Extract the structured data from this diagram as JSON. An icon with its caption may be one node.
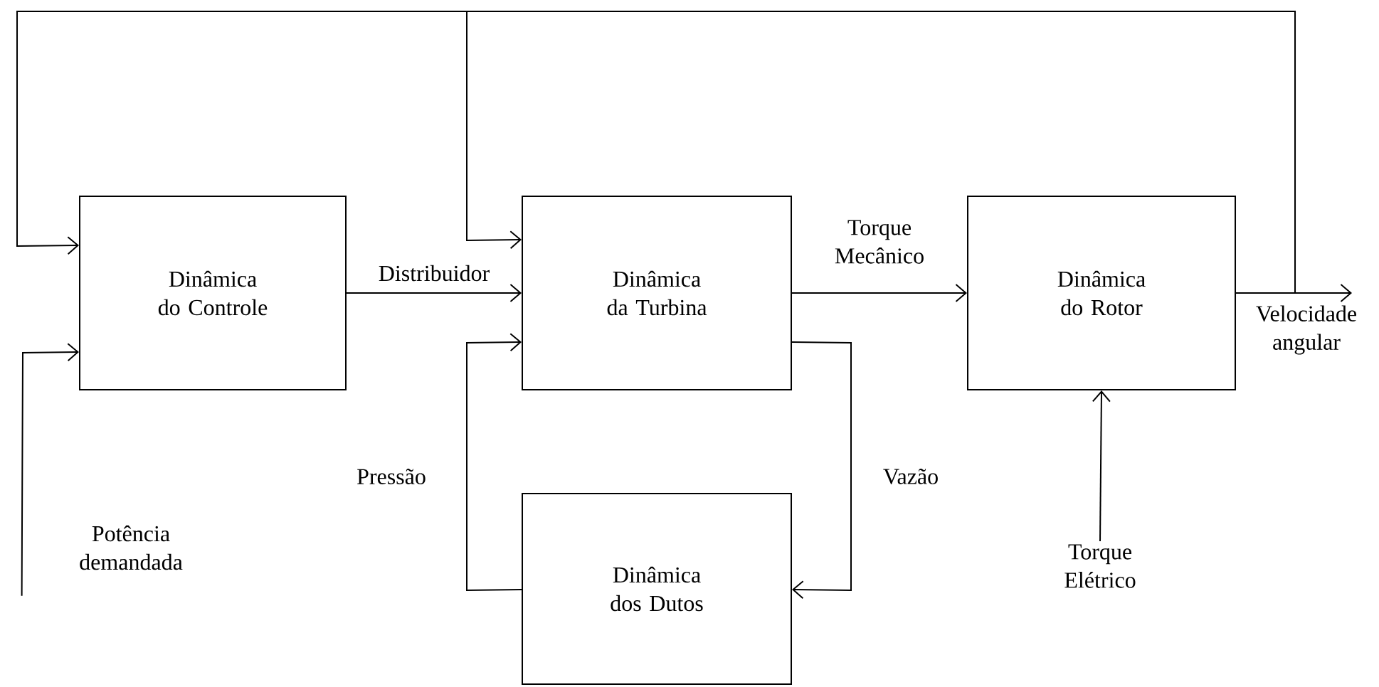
{
  "diagram": {
    "nodes": [
      {
        "text": [
          "Dinâmica do Controle"
        ]
      },
      {
        "text": [
          "Dinâmica da Turbina"
        ]
      },
      {
        "text": [
          "Dinâmica do Rotor"
        ]
      },
      {
        "text": [
          "Dinâmica dos Dutos"
        ]
      },
      {
        "text": [
          "Potência demandada"
        ]
      },
      {
        "text": [
          "Torque Elétrico"
        ]
      }
    ],
    "edges": [
      {
        "from": 0,
        "to": 1,
        "arrow": "to",
        "label": "Distribuidor"
      },
      {
        "from": 1,
        "to": 2,
        "arrow": "to",
        "label": "Torque Mecânico"
      },
      {
        "from": 1,
        "to": 3,
        "arrow": "to",
        "label": "Vazão"
      },
      {
        "from": 3,
        "to": 1,
        "arrow": "to",
        "label": "Pressão"
      },
      {
        "from": 4,
        "to": 0,
        "arrow": "to"
      },
      {
        "from": 5,
        "to": 2,
        "arrow": "to"
      },
      {
        "from": 2,
        "to": null,
        "arrow": "to",
        "label": "Velocidade angular"
      },
      {
        "from": 2,
        "to": 0,
        "arrow": "to"
      },
      {
        "from": 2,
        "to": 1,
        "arrow": "to"
      }
    ]
  }
}
